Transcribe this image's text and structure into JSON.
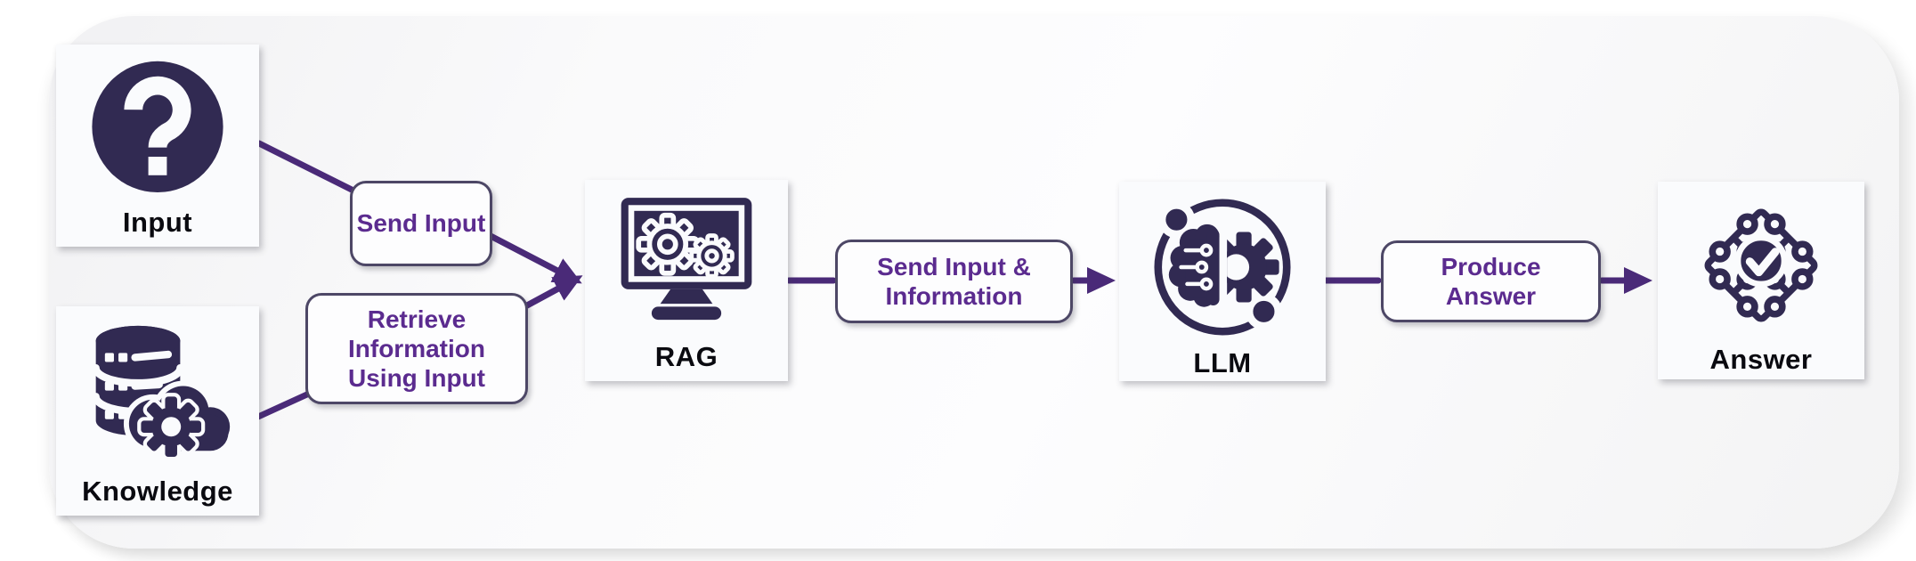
{
  "diagram": {
    "type": "flowchart",
    "topic": "RAG pipeline",
    "colors": {
      "icon_dark": "#312a52",
      "arrow_purple": "#4a2a78",
      "edge_text_purple": "#5b2b8f",
      "edge_box_border": "#4d4766",
      "node_label_black": "#0a0a10",
      "card_background": "#fafbfd",
      "panel_background": "#f6f6f8"
    },
    "nodes": {
      "input": {
        "label": "Input",
        "icon": "question-icon"
      },
      "knowledge": {
        "label": "Knowledge",
        "icon": "database-gear-icon"
      },
      "rag": {
        "label": "RAG",
        "icon": "monitor-gears-icon"
      },
      "llm": {
        "label": "LLM",
        "icon": "brain-gear-icon"
      },
      "answer": {
        "label": "Answer",
        "icon": "puzzle-check-icon"
      }
    },
    "edges": {
      "send_input": {
        "label": "Send Input",
        "from": "input",
        "to": "rag"
      },
      "retrieve_information": {
        "label": "Retrieve Information Using Input",
        "from": "knowledge",
        "to": "rag"
      },
      "send_input_information": {
        "label": "Send Input & Information",
        "from": "rag",
        "to": "llm"
      },
      "produce_answer": {
        "label": "Produce Answer",
        "from": "llm",
        "to": "answer"
      }
    }
  }
}
